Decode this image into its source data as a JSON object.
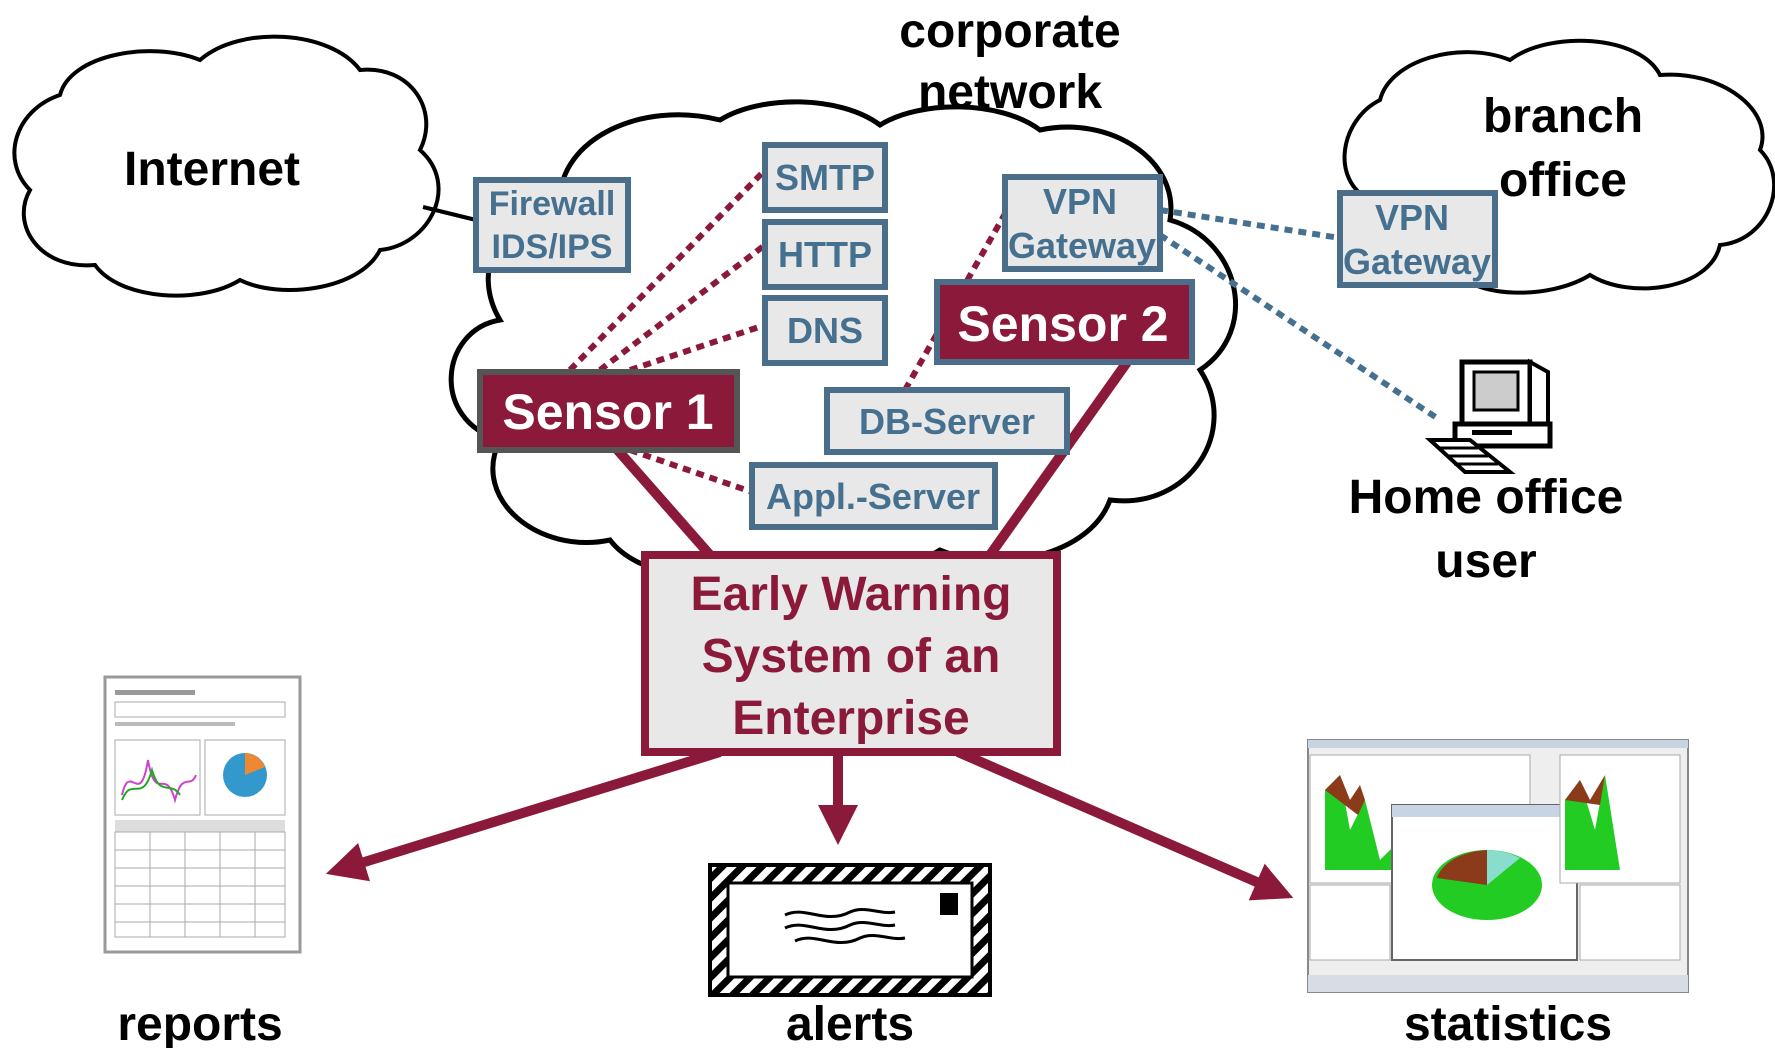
{
  "clouds": {
    "internet": "Internet",
    "corporate_line1": "corporate",
    "corporate_line2": "network",
    "branch_line1": "branch",
    "branch_line2": "office"
  },
  "nodes": {
    "firewall_line1": "Firewall",
    "firewall_line2": "IDS/IPS",
    "smtp": "SMTP",
    "http": "HTTP",
    "dns": "DNS",
    "vpn_corp_line1": "VPN",
    "vpn_corp_line2": "Gateway",
    "vpn_branch_line1": "VPN",
    "vpn_branch_line2": "Gateway",
    "sensor1": "Sensor 1",
    "sensor2": "Sensor 2",
    "db_server": "DB-Server",
    "appl_server": "Appl.-Server",
    "ews_line1": "Early Warning",
    "ews_line2": "System of an",
    "ews_line3": "Enterprise",
    "home_office_line1": "Home office",
    "home_office_line2": "user"
  },
  "outputs": {
    "reports": "reports",
    "alerts": "alerts",
    "statistics": "statistics"
  },
  "colors": {
    "maroon": "#8B1A3A",
    "blue_border": "#4A6E8A",
    "blue_text": "#46708F",
    "box_fill": "#E8E8E8",
    "black": "#000000"
  }
}
